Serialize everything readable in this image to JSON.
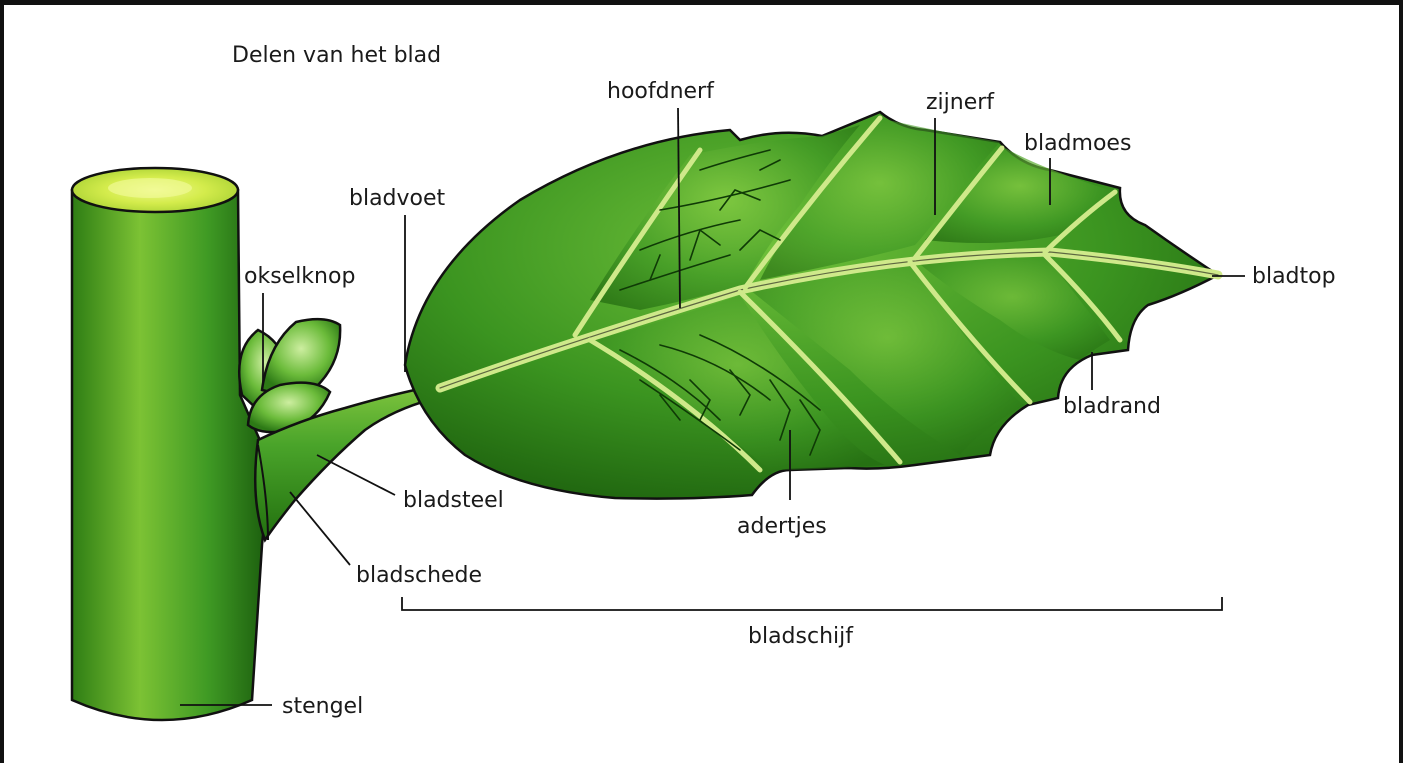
{
  "title": "Delen van het blad",
  "labels": {
    "hoofdnerf": "hoofdnerf",
    "zijnerf": "zijnerf",
    "bladmoes": "bladmoes",
    "bladvoet": "bladvoet",
    "okselknop": "okselknop",
    "bladtop": "bladtop",
    "bladrand": "bladrand",
    "bladsteel": "bladsteel",
    "adertjes": "adertjes",
    "bladschede": "bladschede",
    "bladschijf": "bladschijf",
    "stengel": "stengel"
  },
  "colors": {
    "leaf_dark": "#1f6e12",
    "leaf_mid": "#3f9a24",
    "leaf_light": "#8ccf3e",
    "vein": "#c8e87a",
    "stem_top": "#d8ee5a",
    "outline": "#111111"
  }
}
